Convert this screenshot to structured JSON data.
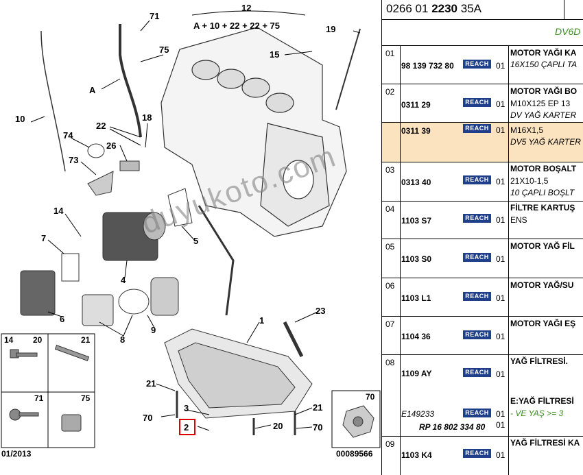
{
  "diagram": {
    "callouts": [
      "71",
      "12",
      "A + 10 + 22 + 22 + 75",
      "19",
      "75",
      "15",
      "A",
      "10",
      "18",
      "22",
      "74",
      "26",
      "73",
      "14",
      "7",
      "5",
      "4",
      "6",
      "9",
      "8",
      "23",
      "1",
      "21",
      "3",
      "70",
      "2",
      "20",
      "21",
      "70"
    ],
    "inset_labels": [
      "14",
      "20",
      "21",
      "71",
      "75"
    ],
    "date_code": "01/2013",
    "drawing_code": "00089566",
    "nut_label": "70",
    "watermark": "duyukoto.com"
  },
  "panel": {
    "ref_prefix": "0266 01 ",
    "ref_bold": "2230",
    "ref_suffix": " 35A",
    "model": "DV6D",
    "reach_label": "REACH",
    "rows": [
      {
        "idx": "01",
        "pn": "98 139 732 80",
        "qty": "01",
        "desc_bold": "MOTOR YAĞI KA",
        "desc_italic": "16X150 ÇAPLI TA"
      },
      {
        "idx": "02",
        "pn": "0311 29",
        "qty": "01",
        "desc_bold": "MOTOR YAĞI BO",
        "desc_normal": "M10X125 EP 13",
        "desc_italic": "DV YAĞ KARTER"
      },
      {
        "idx": "",
        "pn": "0311 39",
        "qty": "01",
        "desc_normal": "M16X1,5",
        "desc_italic": "DV5 YAĞ KARTER"
      },
      {
        "idx": "03",
        "pn": "0313 40",
        "qty": "01",
        "desc_bold": "MOTOR BOŞALT",
        "desc_normal": "21X10-1,5",
        "desc_italic": "10 ÇAPLI BOŞLT"
      },
      {
        "idx": "04",
        "pn": "1103 S7",
        "qty": "01",
        "desc_bold": "FİLTRE KARTUŞ",
        "desc_normal": "ENS"
      },
      {
        "idx": "05",
        "pn": "1103 S0",
        "qty": "01",
        "desc_bold": "MOTOR YAĞ FİL"
      },
      {
        "idx": "06",
        "pn": "1103 L1",
        "qty": "01",
        "desc_bold": "MOTOR YAĞ/SU"
      },
      {
        "idx": "07",
        "pn": "1104 36",
        "qty": "01",
        "desc_bold": "MOTOR YAĞI EŞ"
      },
      {
        "idx": "08",
        "pn": "1109 AY",
        "qty": "01",
        "desc_bold": "YAĞ FİLTRESİ.",
        "desc_bold2": "E:YAĞ FİLTRESİ",
        "desc_green": "- VE YAŞ >= 3",
        "pn_alt": "E149233",
        "qty_alt": "01",
        "pn_rp": "RP 16 802 334 80",
        "qty_rp": "01"
      },
      {
        "idx": "09",
        "pn": "1103 K4",
        "qty": "01",
        "desc_bold": "YAĞ FİLTRESİ KA"
      }
    ]
  }
}
